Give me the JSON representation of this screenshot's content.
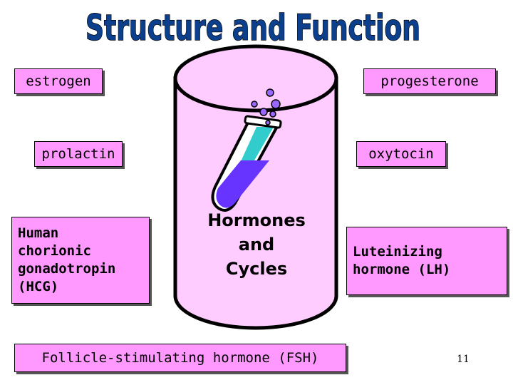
{
  "title": "Structure and Function",
  "boxes": {
    "estrogen": "estrogen",
    "progesterone": "progesterone",
    "prolactin": "prolactin",
    "oxytocin": "oxytocin",
    "hcg": "Human\nchorionic\ngonadotropin\n(HCG)",
    "lh": "Luteinizing\nhormone (LH)",
    "fsh": "Follicle-stimulating hormone (FSH)"
  },
  "center_label": "Hormones\nand\nCycles",
  "page_number": "11",
  "colors": {
    "title_fill": "#0c3f8c",
    "box_fill": "#ff99ff",
    "cylinder_fill": "#ffccff",
    "cylinder_stroke": "#000000",
    "tube_liquid": "#6633ff",
    "tube_glass": "#33cccc"
  },
  "icons": {
    "test_tube": "test-tube-icon",
    "bubbles": "bubbles-icon"
  }
}
